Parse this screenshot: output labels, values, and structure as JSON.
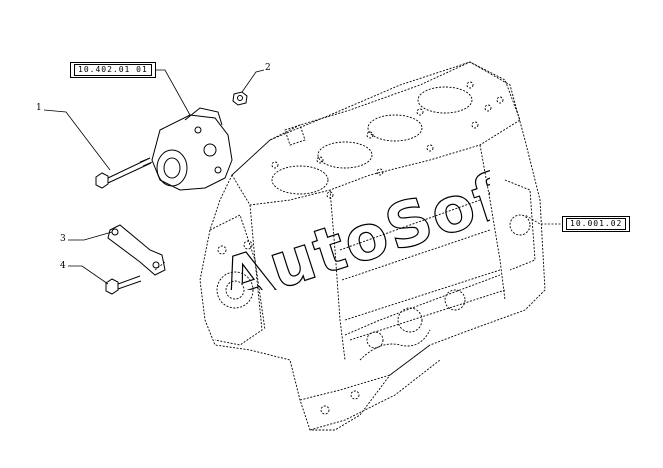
{
  "diagram": {
    "references": [
      {
        "id": "ref-water-pump",
        "text": "10.402.01 01"
      },
      {
        "id": "ref-engine-block",
        "text": "10.001.02"
      }
    ],
    "callouts": [
      {
        "id": "callout-1",
        "text": "1"
      },
      {
        "id": "callout-2",
        "text": "2"
      },
      {
        "id": "callout-3",
        "text": "3"
      },
      {
        "id": "callout-4",
        "text": "4"
      }
    ],
    "watermark": "AutoSoft"
  }
}
